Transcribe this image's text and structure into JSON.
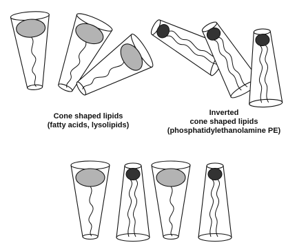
{
  "captions": {
    "cone": {
      "line1": "Cone shaped lipids",
      "line2": "(fatty acids, lysolipids)"
    },
    "inverted": {
      "line1": "Inverted",
      "line2": "cone shaped lipids",
      "line3": "(phosphatidylethanolamine PE)"
    }
  },
  "colors": {
    "large_headgroup": "#b3b3b3",
    "small_headgroup": "#333333",
    "outline": "#111111"
  }
}
